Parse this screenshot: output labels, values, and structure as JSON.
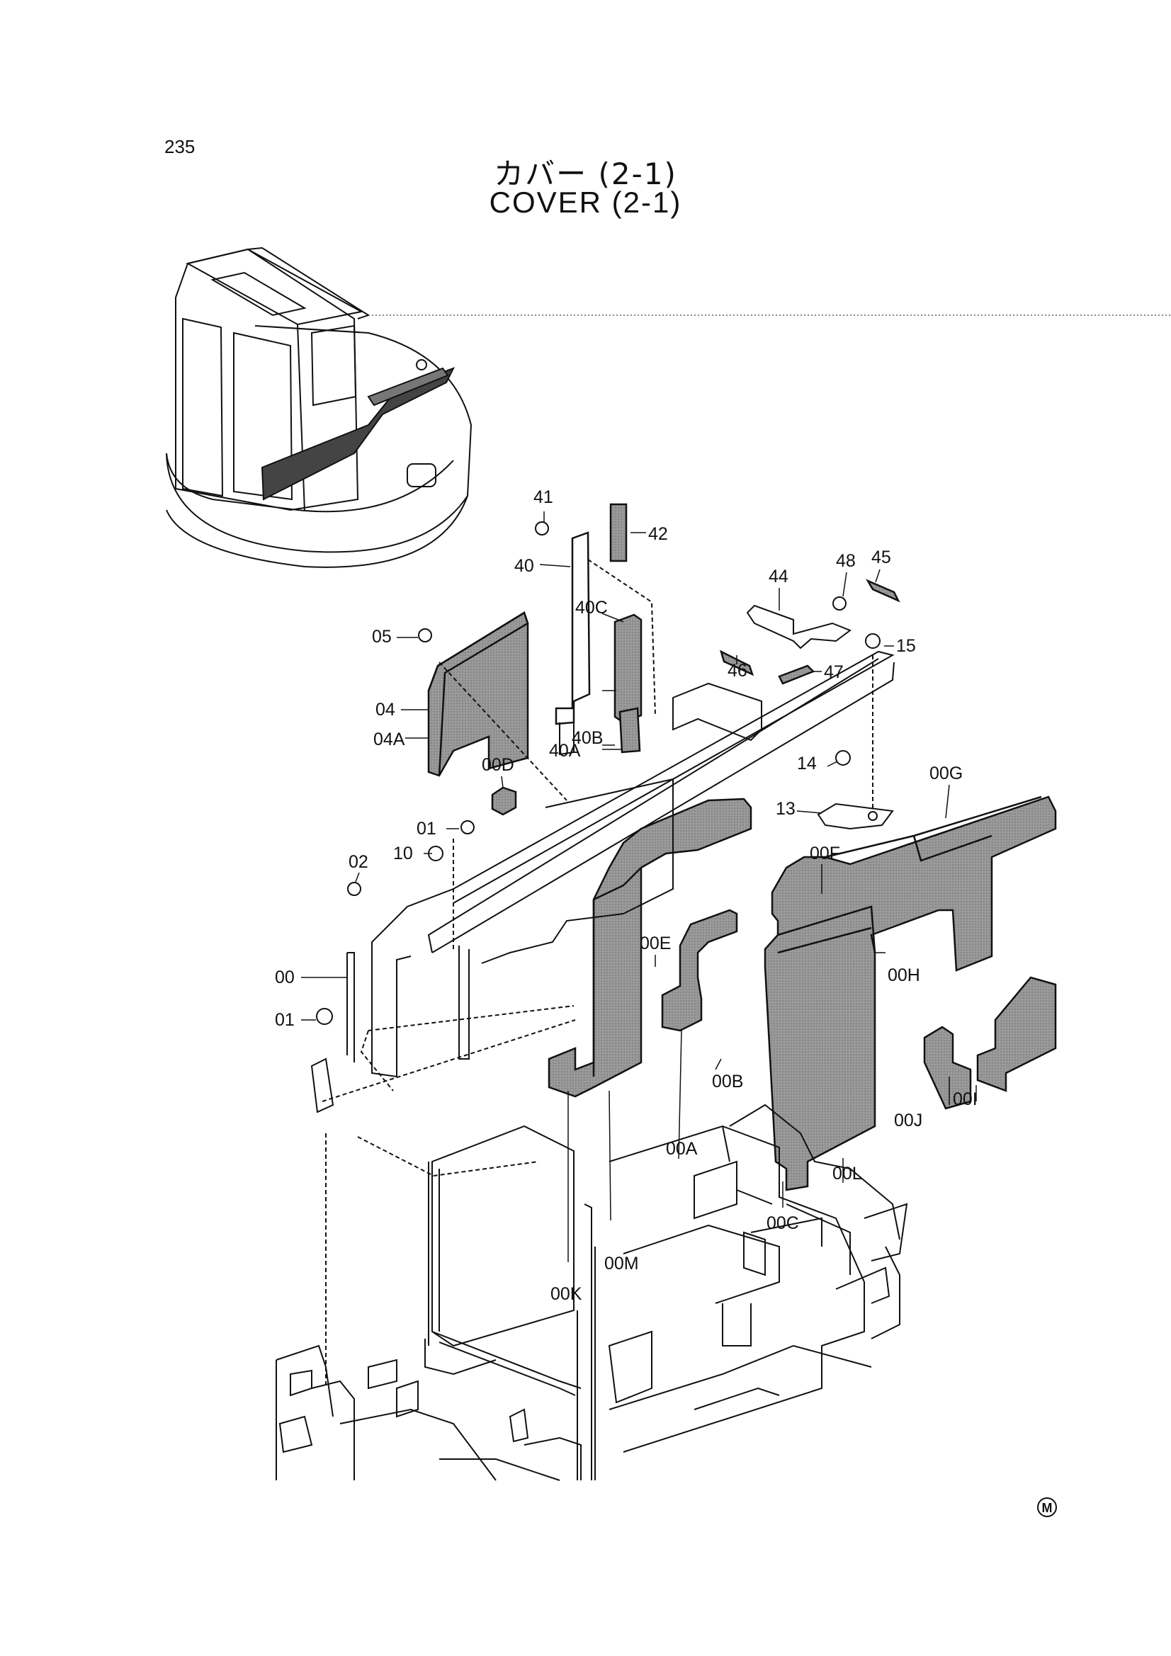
{
  "page": {
    "number": "235",
    "title_ja": "カバー (2-1)",
    "title_en": "COVER (2-1)",
    "corner_mark": "M"
  },
  "callouts": [
    "00",
    "00A",
    "00B",
    "00C",
    "00D",
    "00E",
    "00F",
    "00G",
    "00H",
    "00I",
    "00J",
    "00K",
    "00L",
    "00M",
    "01",
    "01",
    "02",
    "04",
    "04A",
    "05",
    "10",
    "13",
    "14",
    "15",
    "40",
    "40A",
    "40B",
    "40C",
    "41",
    "42",
    "44",
    "45",
    "46",
    "47",
    "48"
  ],
  "colors": {
    "ink": "#111111",
    "shade": "#8f8f8f",
    "shade_dark": "#5a5a5a",
    "paper": "#ffffff"
  }
}
